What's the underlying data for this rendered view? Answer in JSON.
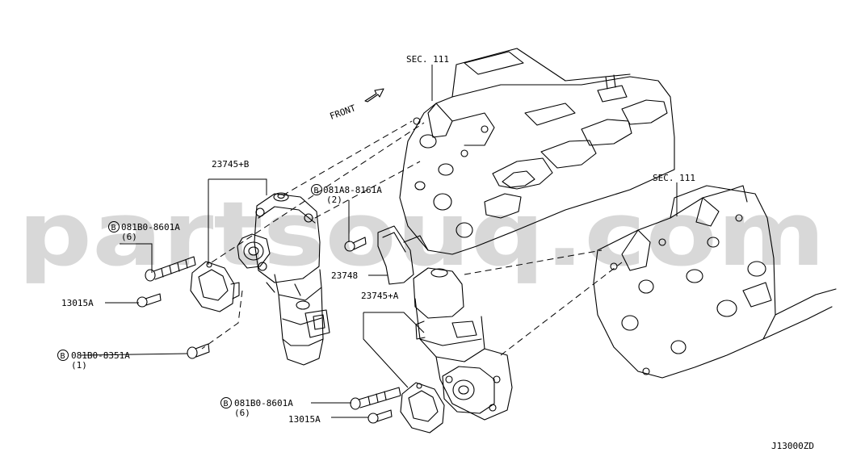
{
  "watermark": "partsouq.com",
  "diagram_code": "J13000ZD",
  "front_label": "FRONT",
  "sec_upper": "SEC. 111",
  "sec_lower": "SEC. 111",
  "callouts": {
    "assy_b": "23745+B",
    "assy_a": "23745+A",
    "gasket": "23748",
    "bolt_8161": {
      "badge": "B",
      "part": "081A8-8161A",
      "qty": "(2)"
    },
    "bolt_8601_upper": {
      "badge": "B",
      "part": "081B0-8601A",
      "qty": "(6)"
    },
    "bolt_8351": {
      "badge": "B",
      "part": "081B0-8351A",
      "qty": "(1)"
    },
    "bolt_8601_lower": {
      "badge": "B",
      "part": "081B0-8601A",
      "qty": "(6)"
    },
    "bolt_13015_upper": "13015A",
    "bolt_13015_lower": "13015A"
  },
  "colors": {
    "line": "#000000",
    "watermark": "#d8d8d8",
    "background": "#ffffff"
  }
}
